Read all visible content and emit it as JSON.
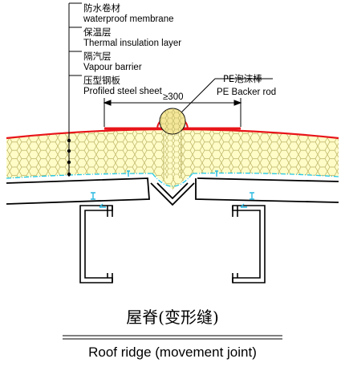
{
  "labels": {
    "membrane_cn": "防水卷材",
    "membrane_en": "waterproof membrane",
    "insulation_cn": "保温层",
    "insulation_en": "Thermal insulation layer",
    "vapour_cn": "隔汽层",
    "vapour_en": "Vapour barrier",
    "steel_cn": "压型钢板",
    "steel_en": "Profiled steel sheet",
    "backer_cn": "PE泡沫棒",
    "backer_en": "PE Backer rod",
    "dimension": "≥300"
  },
  "caption": {
    "cn": "屋脊(变形缝)",
    "en": "Roof ridge (movement joint)"
  },
  "colors": {
    "membrane": "#e8141a",
    "insulation_fill": "#fffcc8",
    "insulation_hex": "#b8b060",
    "backer_fill": "#f5e79a",
    "vapour": "#22c8e6",
    "steel": "#000000",
    "fastener": "#27b8e0"
  }
}
